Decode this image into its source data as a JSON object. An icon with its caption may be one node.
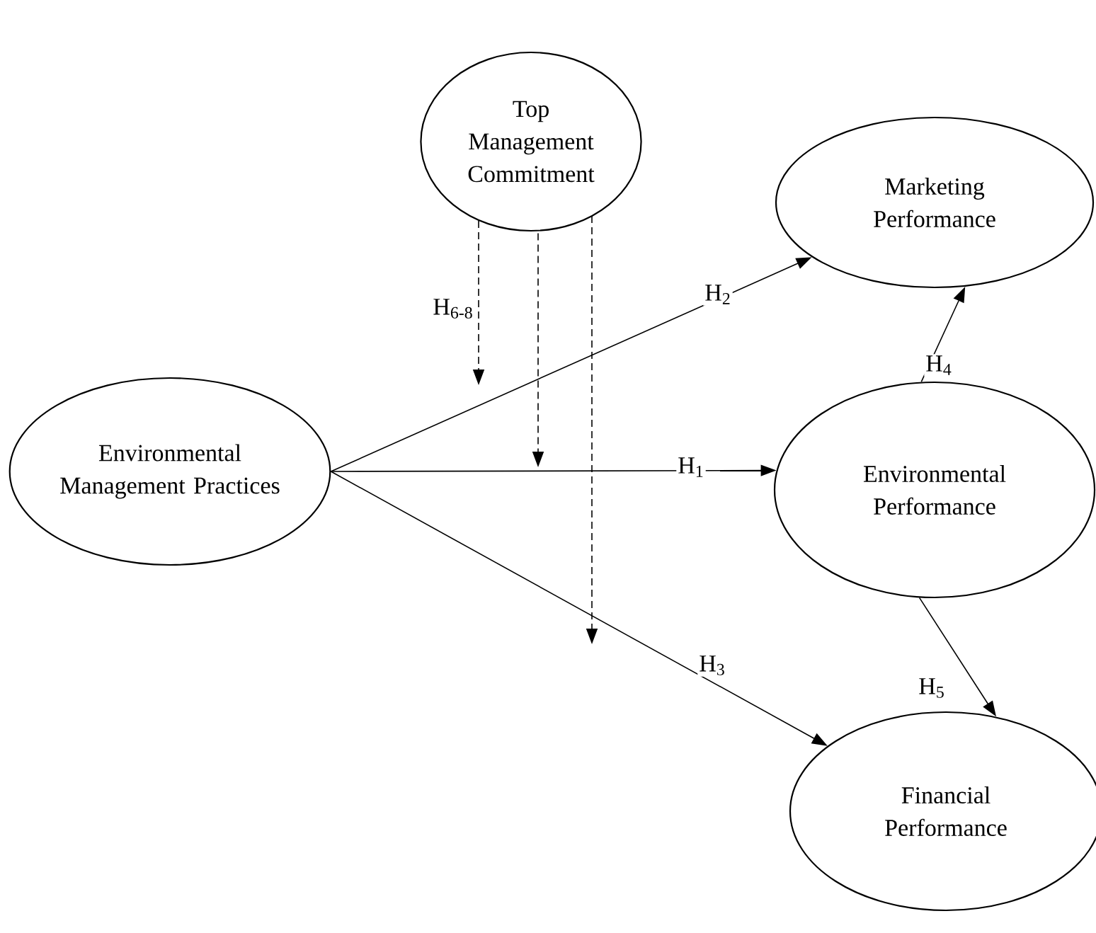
{
  "diagram": {
    "nodes": [
      {
        "text": [
          "Top Management Commitment"
        ]
      },
      {
        "text": [
          "Marketing Performance"
        ]
      },
      {
        "text": [
          "Environmental Management Practices"
        ]
      },
      {
        "text": [
          "Environmental Performance"
        ]
      },
      {
        "text": [
          "Financial Performance"
        ]
      }
    ],
    "edges": [
      {
        "from": 2,
        "to": 1,
        "arrow": "to",
        "label": "H$_{2}$"
      },
      {
        "from": 2,
        "to": 3,
        "arrow": "to",
        "label": "H$_{1}$"
      },
      {
        "from": 2,
        "to": 4,
        "arrow": "to",
        "label": "H$_{3}$"
      },
      {
        "from": 3,
        "to": 1,
        "arrow": "to",
        "label": "H$_{4}$"
      },
      {
        "from": 3,
        "to": 4,
        "arrow": "to",
        "label": "H$_{5}$"
      },
      {
        "from": 0,
        "to": null,
        "arrow": "to",
        "style": "dashed",
        "label": "H$_{6-8}$"
      },
      {
        "from": 0,
        "to": null,
        "arrow": "to",
        "style": "dashed"
      },
      {
        "from": 0,
        "to": null,
        "arrow": "to",
        "style": "dashed"
      }
    ]
  }
}
